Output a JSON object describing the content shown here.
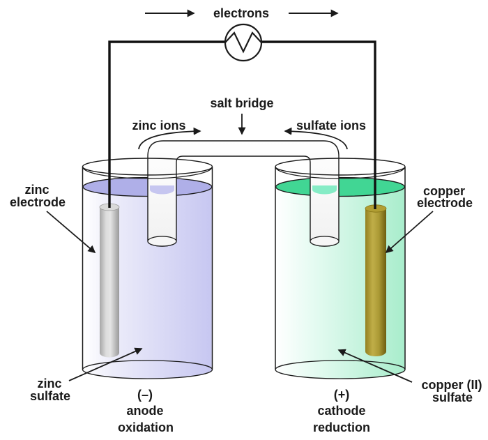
{
  "diagram": {
    "type": "galvanic-cell-diagram",
    "labels": {
      "electrons": "electrons",
      "salt_bridge": "salt bridge",
      "zinc_ions": "zinc ions",
      "sulfate_ions": "sulfate ions",
      "zinc_electrode_line1": "zinc",
      "zinc_electrode_line2": "electrode",
      "copper_electrode_line1": "copper",
      "copper_electrode_line2": "electrode",
      "zinc_sulfate_line1": "zinc",
      "zinc_sulfate_line2": "sulfate",
      "copper_sulfate_line1": "copper (II)",
      "copper_sulfate_line2": "sulfate",
      "anode_sign": "(–)",
      "anode_name": "anode",
      "anode_process": "oxidation",
      "cathode_sign": "(+)",
      "cathode_name": "cathode",
      "cathode_process": "reduction"
    },
    "icons": {
      "resistor": "circle-with-zigzag-load",
      "arrows": "electron-flow-right, ion-flow-curved, pointer-arrows"
    },
    "colors": {
      "wire": "#111111",
      "outline": "#1a1a1a",
      "text": "#1a1a1a",
      "zinc_solution_surface": "#afafe8",
      "zinc_solution_body": "#c7c7f1",
      "zinc_meniscus": "#c6c6f0",
      "copper_solution_surface": "#41d694",
      "copper_solution_body": "#abeccd",
      "copper_meniscus": "#86ecc6",
      "zinc_electrode": "#d9d9d9",
      "copper_electrode": "#b19e33",
      "salt_bridge_tube": "#fbfbfb"
    }
  }
}
